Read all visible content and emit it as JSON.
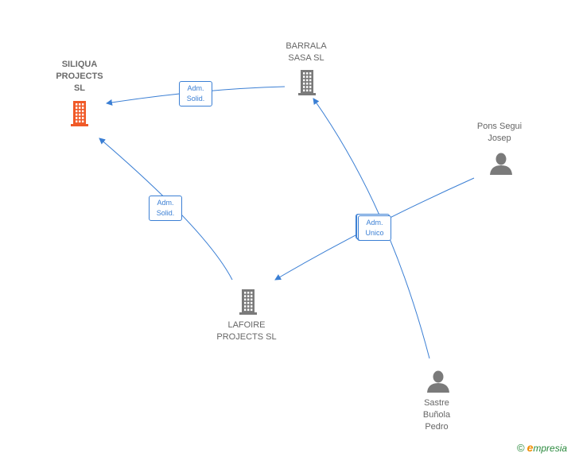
{
  "nodes": [
    {
      "id": "siliqua",
      "label": "SILIQUA\nPROJECTS\nSL",
      "kind": "company",
      "color": "#f05a28"
    },
    {
      "id": "barrala",
      "label": "BARRALA\nSASA  SL",
      "kind": "company",
      "color": "#7a7a7a"
    },
    {
      "id": "lafoire",
      "label": "LAFOIRE\nPROJECTS  SL",
      "kind": "company",
      "color": "#7a7a7a"
    },
    {
      "id": "pons",
      "label": "Pons Segui\nJosep",
      "kind": "person",
      "color": "#7a7a7a"
    },
    {
      "id": "sastre",
      "label": "Sastre\nBuñola\nPedro",
      "kind": "person",
      "color": "#7a7a7a"
    }
  ],
  "edges": [
    {
      "from": "barrala",
      "to": "siliqua",
      "label": "Adm.\nSolid."
    },
    {
      "from": "lafoire",
      "to": "siliqua",
      "label": "Adm.\nSolid."
    },
    {
      "from": "pons",
      "to": "lafoire",
      "label": "Adm.\nUnico"
    },
    {
      "from": "sastre",
      "to": "barrala",
      "label": "Adm.\nUnico"
    }
  ],
  "colors": {
    "edge": "#3b7fd4",
    "label_text": "#666666"
  },
  "brand": {
    "copyright": "©",
    "initial": "e",
    "name": "mpresia"
  }
}
